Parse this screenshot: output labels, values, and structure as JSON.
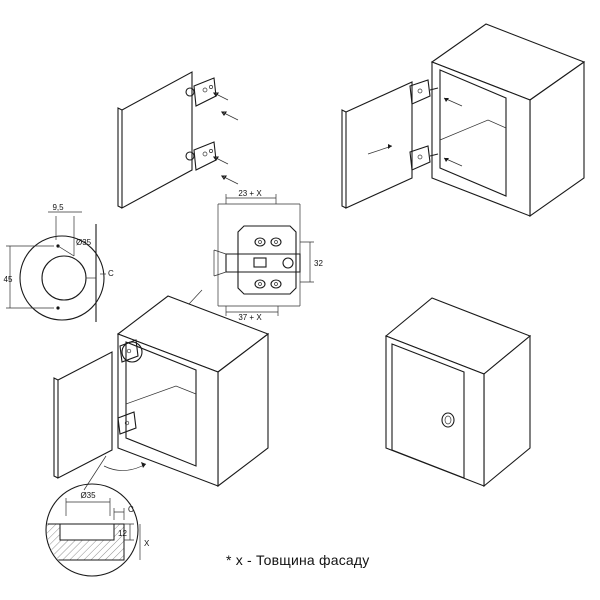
{
  "labels": {
    "d35_top": "Ø35",
    "d35_bottom": "Ø35",
    "dim_9_5": "9,5",
    "dim_45": "45",
    "dim_c_top": "C",
    "dim_c_bottom": "C",
    "dim_23x": "23 + X",
    "dim_37x": "37 + X",
    "dim_32": "32",
    "dim_12": "12",
    "dim_x": "X"
  },
  "caption": "* x - Товщина фасаду"
}
